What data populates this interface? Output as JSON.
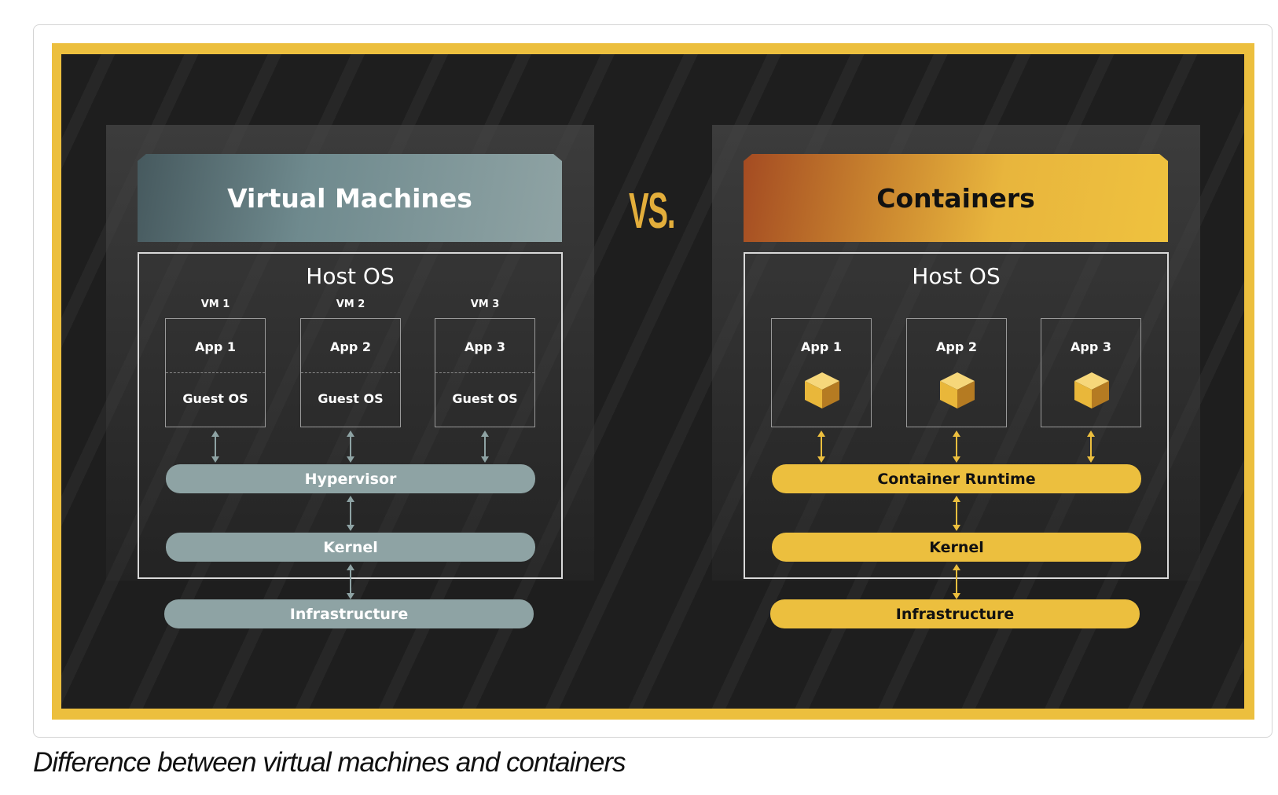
{
  "vm": {
    "title": "Virtual Machines",
    "host": "Host OS",
    "vms": [
      {
        "label": "VM 1",
        "app": "App 1",
        "guest": "Guest OS"
      },
      {
        "label": "VM 2",
        "app": "App 2",
        "guest": "Guest OS"
      },
      {
        "label": "VM 3",
        "app": "App 3",
        "guest": "Guest OS"
      }
    ],
    "layers": [
      "Hypervisor",
      "Kernel",
      "Infrastructure"
    ]
  },
  "vs": "VS.",
  "containers": {
    "title": "Containers",
    "host": "Host OS",
    "apps": [
      "App 1",
      "App 2",
      "App 3"
    ],
    "layers": [
      "Container Runtime",
      "Kernel",
      "Infrastructure"
    ]
  },
  "caption": "Difference between virtual machines and containers",
  "colors": {
    "frame": "#ecbf3e",
    "vm_accent": "#8ea3a4",
    "container_accent": "#ecbf3e"
  }
}
